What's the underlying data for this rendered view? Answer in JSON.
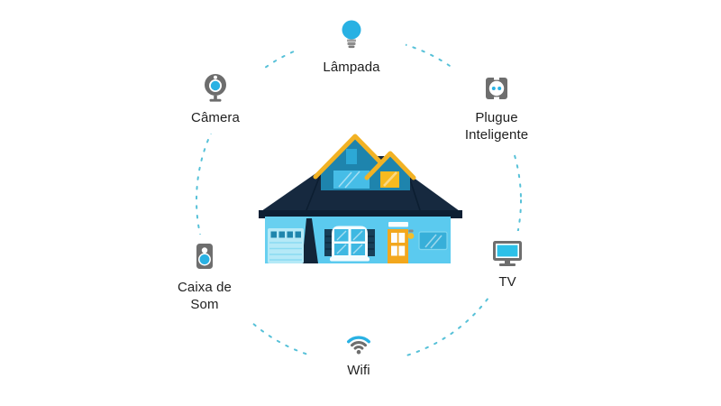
{
  "diagram": {
    "description": "Smart home device ring around a house illustration",
    "center_illustration": "house",
    "devices": [
      {
        "icon": "light-bulb-icon",
        "position": "top",
        "lines": [
          "Lâmpada"
        ]
      },
      {
        "icon": "smart-plug-icon",
        "position": "top-right",
        "lines": [
          "Plugue",
          "Inteligente"
        ]
      },
      {
        "icon": "tv-icon",
        "position": "right",
        "lines": [
          "TV"
        ]
      },
      {
        "icon": "wifi-icon",
        "position": "bottom",
        "lines": [
          "Wifi"
        ]
      },
      {
        "icon": "speaker-icon",
        "position": "bottom-left",
        "lines": [
          "Caixa de",
          "Som"
        ]
      },
      {
        "icon": "webcam-icon",
        "position": "top-left",
        "lines": [
          "Câmera"
        ]
      }
    ],
    "colors": {
      "accent_blue": "#29B1E3",
      "icon_gray": "#6E6E6E",
      "ring_dash": "#57C1D8",
      "label_text": "#1F1F1F",
      "background": "#FFFFFF",
      "house": {
        "wall": "#5BCAEF",
        "wall_garage": "#68D0F0",
        "roof": "#16293F",
        "eaves": "#0D1F33",
        "gable": "#1E84AD",
        "trim_yellow": "#F2B224",
        "door_yellow": "#F2A71D",
        "window_pane": "#3EB8E2",
        "garage_door": "#B5E9F7",
        "shutter": "#173F58",
        "porch_lamp": "#F4BE2A"
      }
    }
  }
}
